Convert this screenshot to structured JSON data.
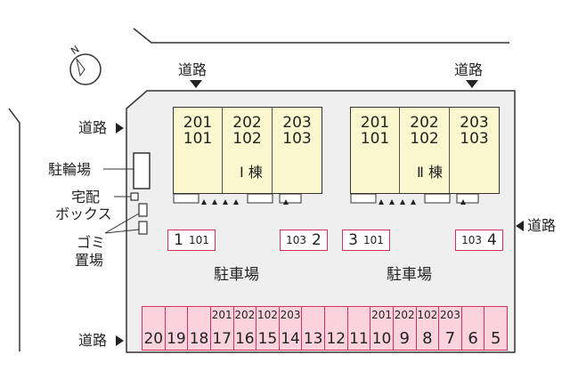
{
  "roads": {
    "top_left": "道路",
    "top_right": "道路",
    "left_upper": "道路",
    "left_lower": "道路",
    "right": "道路"
  },
  "facilities": {
    "bicycle_parking": "駐輪場",
    "delivery_box_line1": "宅配",
    "delivery_box_line2": "ボックス",
    "garbage_line1": "ゴミ",
    "garbage_line2": "置場"
  },
  "buildings": [
    {
      "name": "Ⅰ 棟",
      "units": [
        {
          "upper": "201",
          "lower": "101"
        },
        {
          "upper": "202",
          "lower": "102"
        },
        {
          "upper": "203",
          "lower": "103"
        }
      ]
    },
    {
      "name": "Ⅱ 棟",
      "units": [
        {
          "upper": "201",
          "lower": "101"
        },
        {
          "upper": "202",
          "lower": "102"
        },
        {
          "upper": "203",
          "lower": "103"
        }
      ]
    }
  ],
  "reserved_spots": [
    {
      "number": "1",
      "unit": "101"
    },
    {
      "number": "2",
      "unit": "103"
    },
    {
      "number": "3",
      "unit": "101"
    },
    {
      "number": "4",
      "unit": "103"
    }
  ],
  "parking_labels": [
    "駐車場",
    "駐車場"
  ],
  "bottom_spots": [
    "20",
    "19",
    "18",
    "17",
    "16",
    "15",
    "14",
    "13",
    "12",
    "11",
    "10",
    "9",
    "8",
    "7",
    "6",
    "5"
  ],
  "bottom_spot_units": {
    "17": "201",
    "16": "202",
    "15": "102",
    "14": "203",
    "10": "201",
    "9": "202",
    "8": "102",
    "7": "203"
  },
  "colors": {
    "parking_fill": "#fbd3df",
    "parking_border": "#d2305a",
    "building_fill": "#fbf7cf"
  }
}
